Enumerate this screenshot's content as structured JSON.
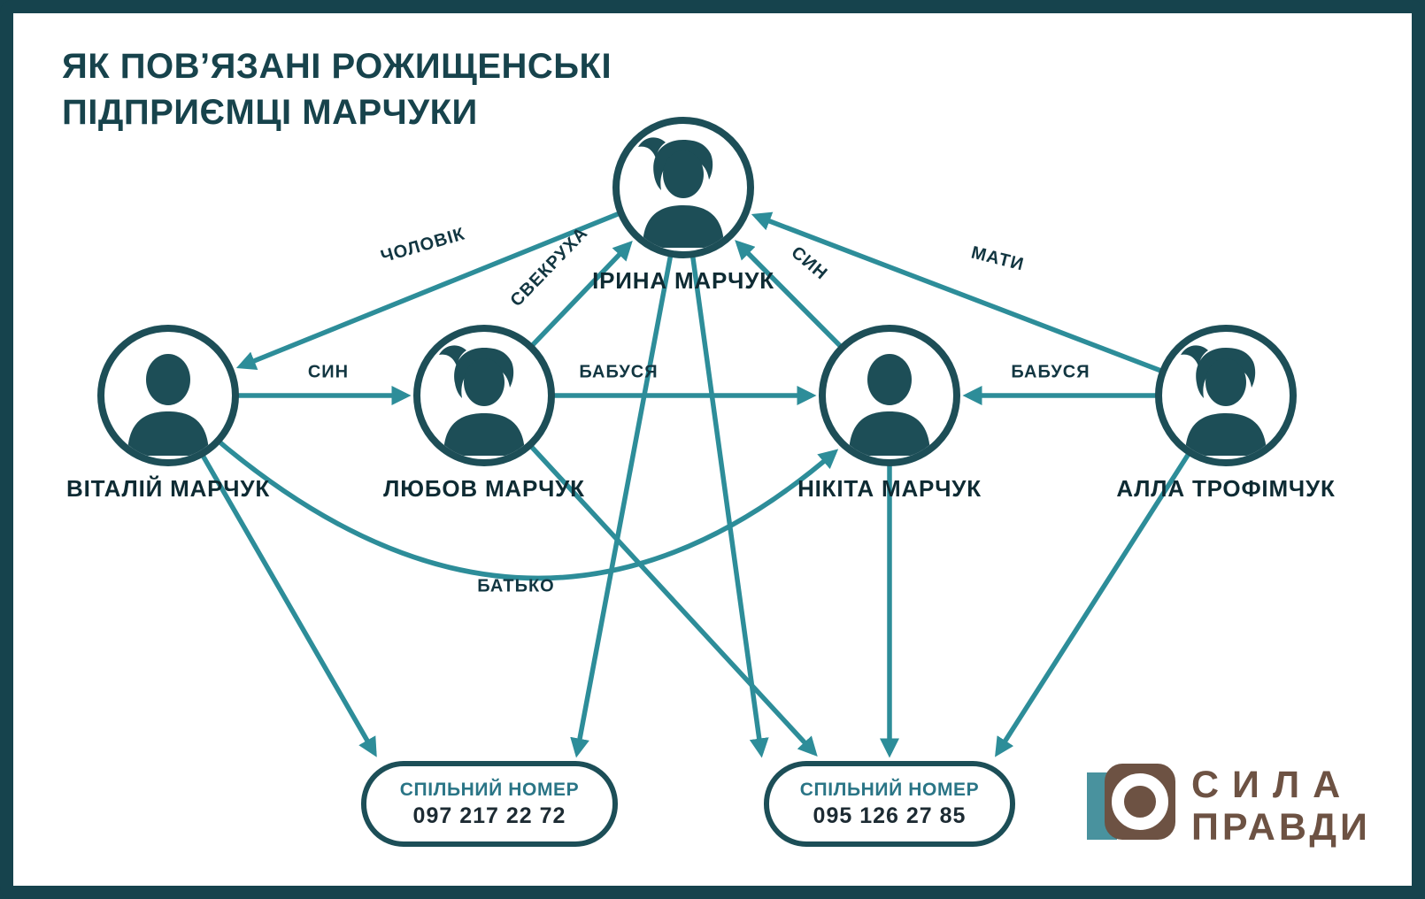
{
  "title": {
    "line1": "ЯК ПОВ’ЯЗАНІ РОЖИЩЕНСЬКІ",
    "line2": "ПІДПРИЄМЦІ МАРЧУКИ"
  },
  "nodes": {
    "iryna": {
      "name": "ІРИНА МАРЧУК"
    },
    "vitaliy": {
      "name": "ВІТАЛІЙ МАРЧУК"
    },
    "lyubov": {
      "name": "ЛЮБОВ МАРЧУК"
    },
    "nikita": {
      "name": "НІКІТА МАРЧУК"
    },
    "alla": {
      "name": "АЛЛА ТРОФІМЧУК"
    }
  },
  "edges": {
    "cholovik": "ЧОЛОВІК",
    "svekrukha": "СВЕКРУХА",
    "syn_to_iryna": "СИН",
    "maty": "МАТИ",
    "syn": "СИН",
    "babusya_left": "БАБУСЯ",
    "babusya_right": "БАБУСЯ",
    "batko": "БАТЬКО"
  },
  "phone_boxes": [
    {
      "label": "СПІЛЬНИЙ НОМЕР",
      "number": "097 217 22 72"
    },
    {
      "label": "СПІЛЬНИЙ НОМЕР",
      "number": "095 126 27 85"
    }
  ],
  "logo": {
    "line1": "СИЛА",
    "line2": "ПРАВДИ"
  },
  "colors": {
    "frame": "#16434d",
    "arrow": "#2d8d99",
    "node_outline": "#1d4e57",
    "edge_label": "#123641",
    "title": "#17434c",
    "phone_label": "#2a7586",
    "phone_number": "#1d2b33",
    "logo_brown": "#6d5243",
    "logo_teal": "#49929e"
  }
}
